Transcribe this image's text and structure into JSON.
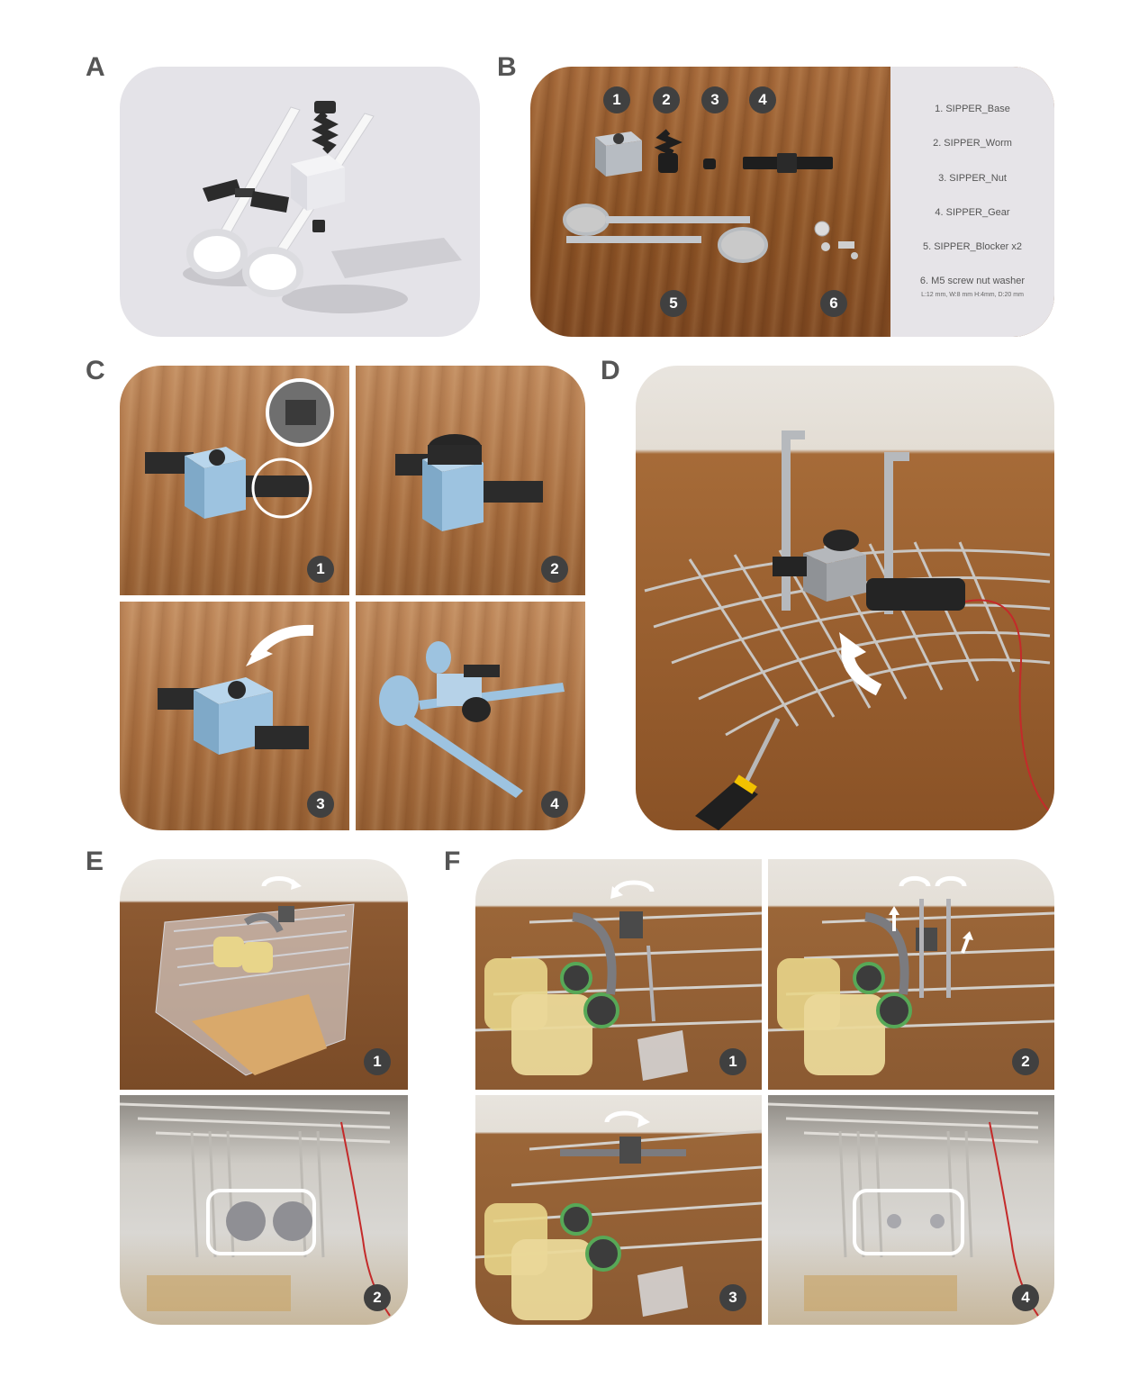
{
  "panels": {
    "A": {
      "letter": "A"
    },
    "B": {
      "letter": "B",
      "callouts": [
        "1",
        "2",
        "3",
        "4",
        "5",
        "6"
      ],
      "legend": {
        "items": [
          "1. SIPPER_Base",
          "2. SIPPER_Worm",
          "3. SIPPER_Nut",
          "4. SIPPER_Gear",
          "5. SIPPER_Blocker x2",
          "6. M5 screw nut washer"
        ],
        "dimensions": "L:12 mm, W:8 mm H:4mm, D:20 mm"
      }
    },
    "C": {
      "letter": "C",
      "steps": [
        "1",
        "2",
        "3",
        "4"
      ]
    },
    "D": {
      "letter": "D"
    },
    "E": {
      "letter": "E",
      "steps": [
        "1",
        "2"
      ]
    },
    "F": {
      "letter": "F",
      "steps": [
        "1",
        "2",
        "3",
        "4"
      ]
    }
  },
  "colors": {
    "badge": "#404040",
    "letter": "#555555",
    "render_background": "#e4e3e8",
    "legend_background": "#e6e4e8",
    "part_blue": "#9dc3e0",
    "part_black": "#2b2b2b"
  }
}
